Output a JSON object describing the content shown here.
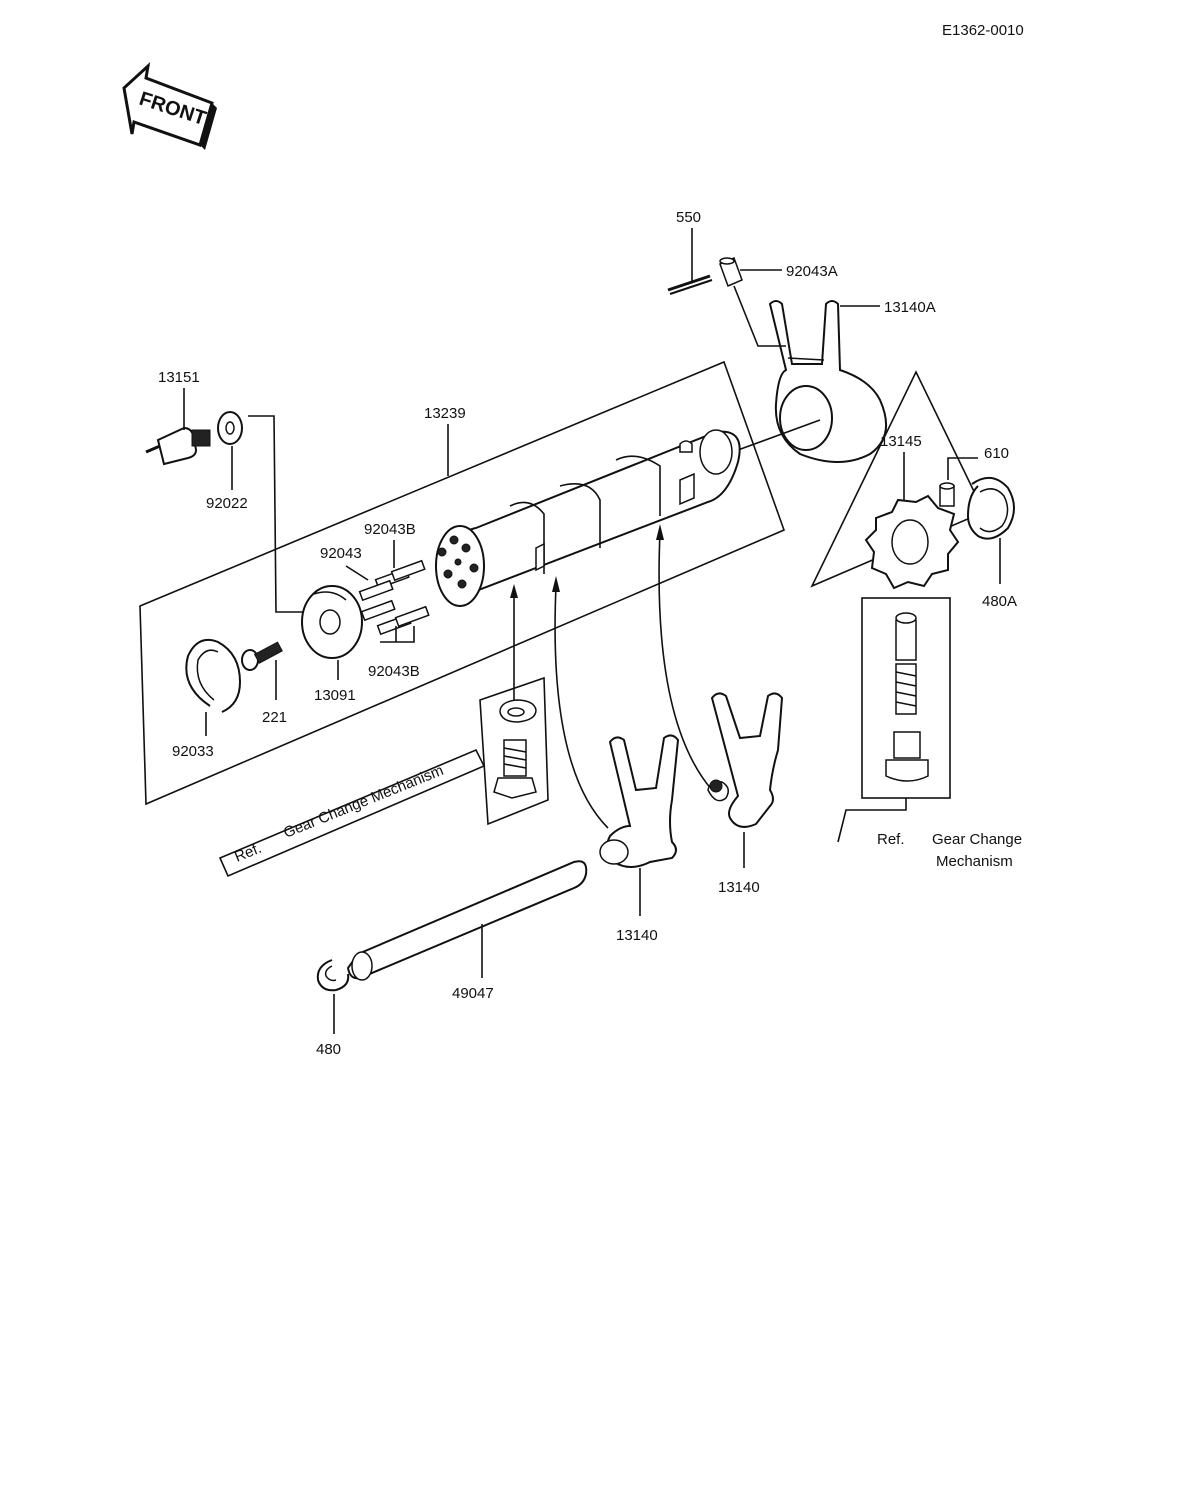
{
  "diagram_code": "E1362-0010",
  "front_label": "FRONT",
  "parts": {
    "p550": "550",
    "p92043A": "92043A",
    "p13140A": "13140A",
    "p13151": "13151",
    "p13239": "13239",
    "p92022": "92022",
    "p13145": "13145",
    "p610": "610",
    "p92043B_top": "92043B",
    "p92043": "92043",
    "p480A": "480A",
    "p92043B_bottom": "92043B",
    "p221": "221",
    "p13091": "13091",
    "p92033": "92033",
    "p13140_right": "13140",
    "p13140_left": "13140",
    "p49047": "49047",
    "p480": "480"
  },
  "references": {
    "left_prefix": "Ref.",
    "left_text": "Gear Change Mechanism",
    "right_prefix": "Ref.",
    "right_line1": "Gear Change",
    "right_line2": "Mechanism"
  }
}
